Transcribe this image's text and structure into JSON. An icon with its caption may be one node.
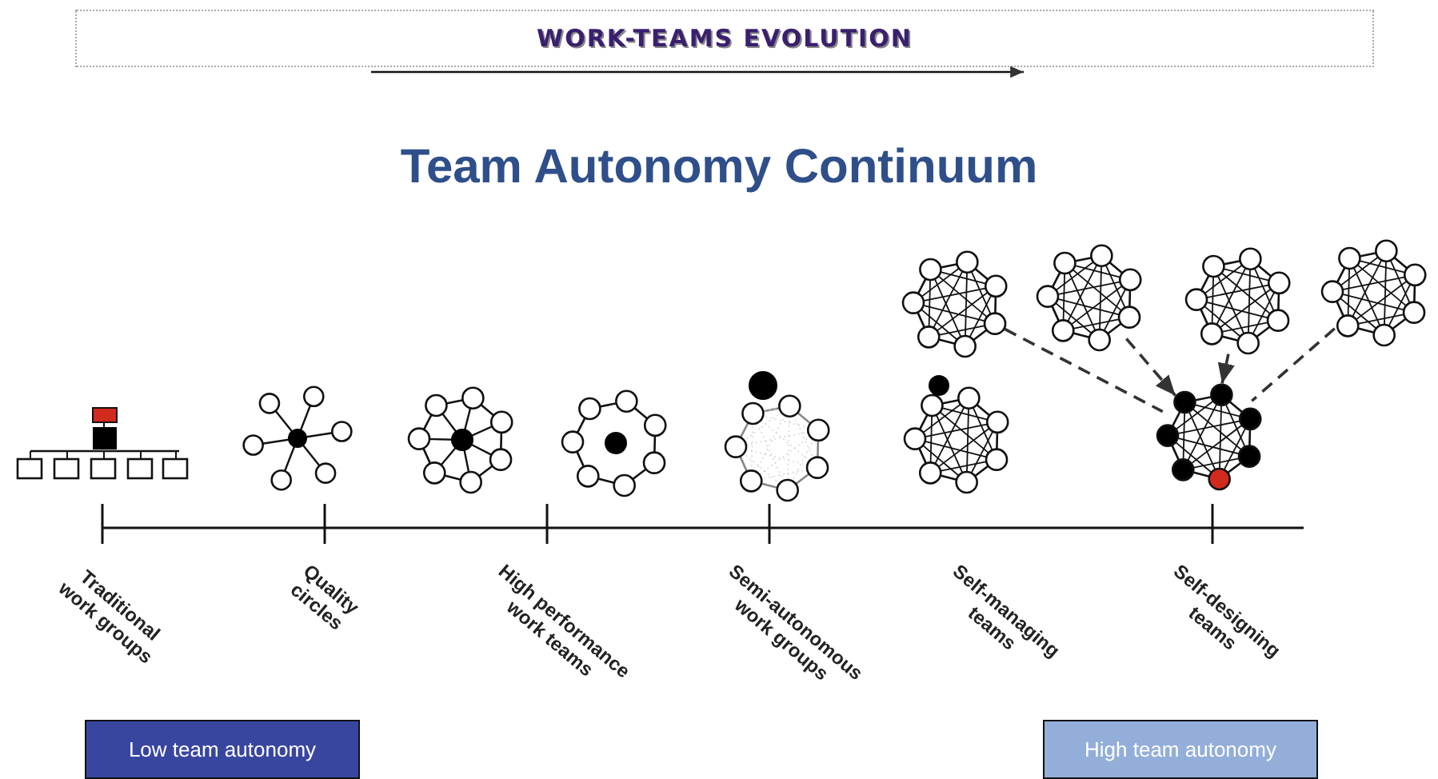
{
  "diagram": {
    "title": "Team Autonomy Continuum",
    "nodes": [
      {
        "text": [
          "WORK-TEAMS EVOLUTION"
        ]
      },
      {
        "text": [],
        "shape": "picture"
      },
      {
        "text": [],
        "shape": "picture"
      },
      {
        "text": [],
        "shape": "picture"
      },
      {
        "text": [],
        "shape": "picture"
      },
      {
        "text": [],
        "shape": "picture"
      },
      {
        "text": [
          "Low team autonomy"
        ]
      },
      {
        "text": [
          "High team autonomy"
        ]
      }
    ],
    "edges": [
      {
        "from": 1,
        "to": 5,
        "arrow": "none",
        "style": "dashed"
      },
      {
        "from": 2,
        "to": 5,
        "arrow": "to",
        "style": "dashed"
      },
      {
        "from": 3,
        "to": 5,
        "arrow": "to",
        "style": "dashed"
      },
      {
        "from": 4,
        "to": 5,
        "arrow": "none",
        "style": "dashed"
      }
    ],
    "labels": [
      "Traditional work groups",
      "Quality circles",
      "High performance work teams",
      "Semi-autonomous work groups",
      "Self-managing teams",
      "Self-designing teams"
    ]
  }
}
